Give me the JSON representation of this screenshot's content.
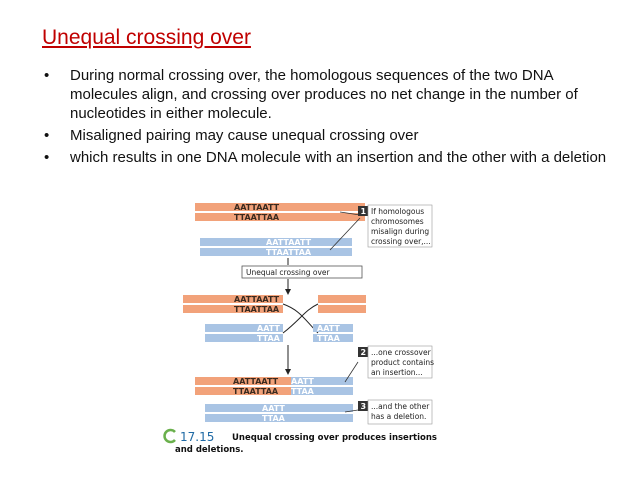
{
  "slide": {
    "title": "Unequal crossing over",
    "bullets": [
      "During normal crossing over, the homologous sequences of the two DNA molecules align, and crossing over produces no net change in the number of nucleotides in either molecule.",
      "Misaligned pairing may cause unequal crossing over",
      "which results in one DNA molecule with an insertion and the other with a deletion"
    ]
  },
  "figure": {
    "colors": {
      "orange": "#f2a27a",
      "blue": "#a9c4e4",
      "dark_text": "#3a2a1f",
      "white_text": "#ffffff",
      "badge": "#333333"
    },
    "top_orange": {
      "seq1": "AATTAATT",
      "seq2": "TTAATTAA"
    },
    "top_blue": {
      "seq1": "AATTAATT",
      "seq2": "TTAATTAA"
    },
    "step_label": "Unequal crossing over",
    "mid_orange": {
      "seq1": "AATTAATT",
      "seq2": "TTAATTAA"
    },
    "mid_blue_left": {
      "seq1": "AATT",
      "seq2": "TTAA"
    },
    "mid_blue_right": {
      "seq1": "AATT",
      "seq2": "TTAA"
    },
    "result_orange": {
      "seq1": "AATTAATT",
      "seq2": "TTAATTAA"
    },
    "result_insert": {
      "seq1": "AATT",
      "seq2": "TTAA"
    },
    "result_blue": {
      "seq1": "AATT",
      "seq2": "TTAA"
    },
    "callouts": [
      {
        "num": "1",
        "lines": [
          "If homologous",
          "chromosomes",
          "misalign during",
          "crossing over,..."
        ]
      },
      {
        "num": "2",
        "lines": [
          "...one crossover",
          "product contains",
          "an insertion..."
        ]
      },
      {
        "num": "3",
        "lines": [
          "...and the other",
          "has a deletion."
        ]
      }
    ],
    "caption": {
      "number": "17.15",
      "line1": "Unequal crossing over produces insertions",
      "line2": "and deletions."
    }
  }
}
